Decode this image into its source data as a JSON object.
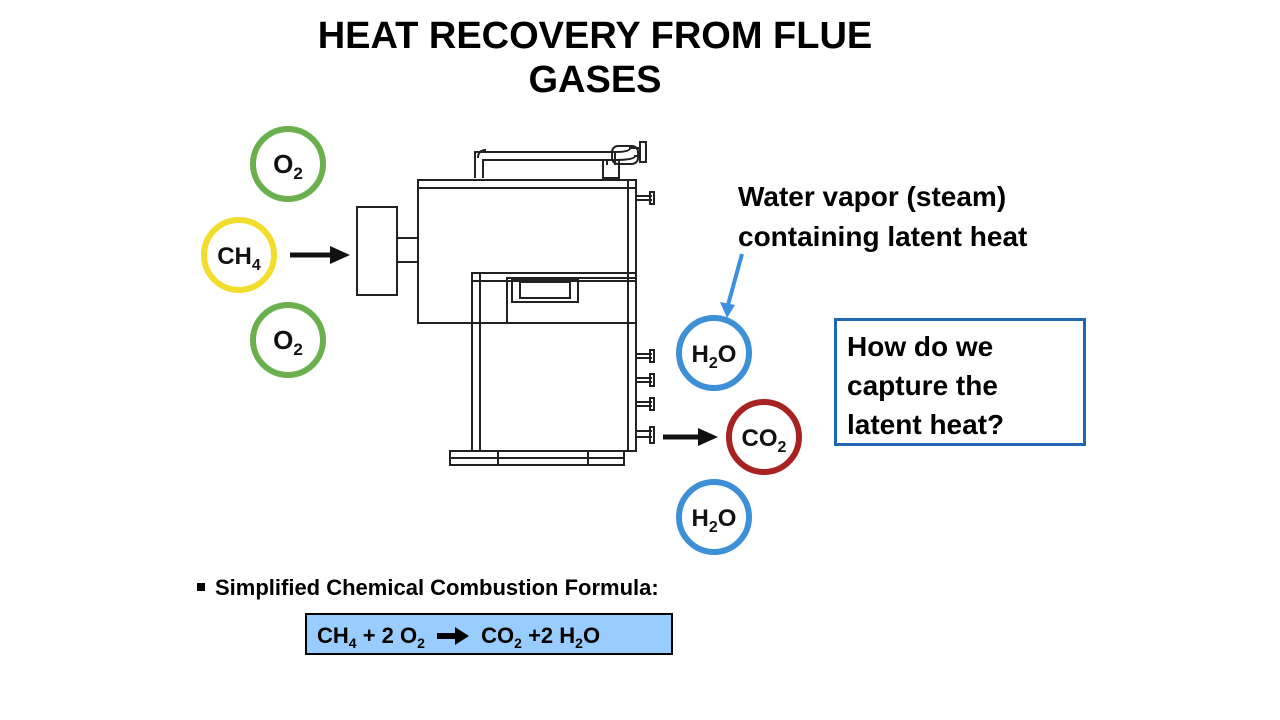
{
  "title": "HEAT RECOVERY FROM FLUE GASES",
  "inputs": {
    "o2_top": {
      "label": "O",
      "sub": "2",
      "ring_color": "#6ab04c"
    },
    "ch4": {
      "label": "CH",
      "sub": "4",
      "ring_color": "#f2dd2c"
    },
    "o2_bottom": {
      "label": "O",
      "sub": "2",
      "ring_color": "#6ab04c"
    }
  },
  "outputs": {
    "h2o_top": {
      "label_a": "H",
      "sub": "2",
      "label_b": "O",
      "ring_color": "#3d8fd6"
    },
    "co2": {
      "label": "CO",
      "sub": "2",
      "ring_color": "#a82222"
    },
    "h2o_bottom": {
      "label_a": "H",
      "sub": "2",
      "label_b": "O",
      "ring_color": "#3d8fd6"
    }
  },
  "vapor_label": "Water vapor (steam) containing latent heat",
  "question": "How do we capture the latent heat?",
  "bullet": "Simplified Chemical Combustion Formula:",
  "formula": {
    "ch": "CH",
    "ch_sub": "4",
    "plus_o": " + 2 O",
    "o_sub": "2",
    "co": "CO",
    "co_sub": "2",
    "plus_h": " +2 H",
    "h_sub": "2",
    "o_end": "O"
  },
  "colors": {
    "question_border": "#1f66b3",
    "formula_bg": "#99ccff",
    "pointer_arrow": "#3d8fe0"
  }
}
